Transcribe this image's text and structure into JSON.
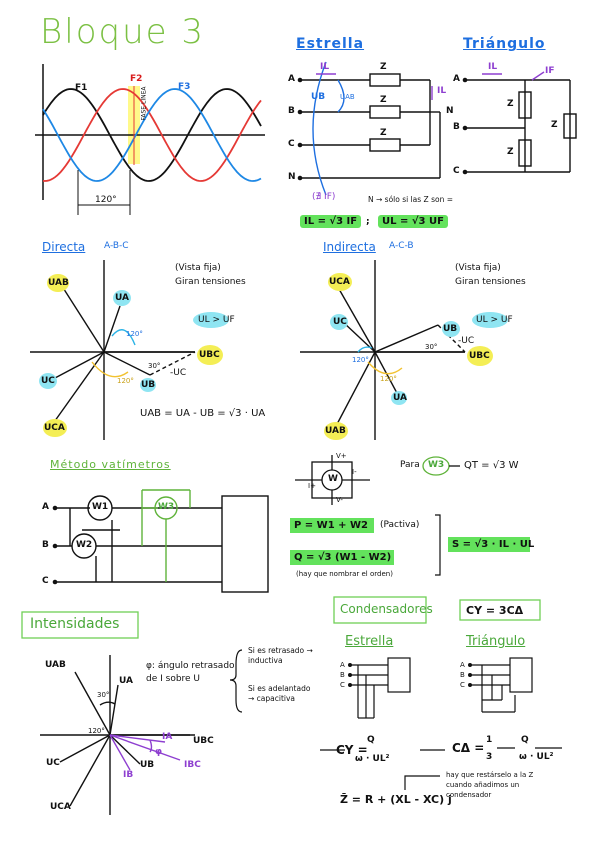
{
  "title": "Bloque 3",
  "waves": {
    "f1": "F1",
    "f2": "F2",
    "f3": "F3",
    "f2_tag": "FASE LINEA",
    "angle": "120°"
  },
  "estrella": {
    "heading": "Estrella",
    "nodes": [
      "A",
      "B",
      "C",
      "N"
    ],
    "il": "IL",
    "il2": "IL",
    "z": "Z",
    "ub": "UB",
    "uab": "UAB",
    "n_right": "N",
    "note_if": "(∄ IF)",
    "note_n": "N → sólo si las Z son ="
  },
  "triangulo": {
    "heading": "Triángulo",
    "nodes": [
      "A",
      "B",
      "C"
    ],
    "il": "IL",
    "if": "IF",
    "z": "Z"
  },
  "formulas": {
    "f1": "IL = √3 IF",
    "sep": ";",
    "f2": "UL = √3 UF"
  },
  "directa": {
    "heading": "Directa",
    "seq": "A-B-C",
    "uab": "UAB",
    "ua": "UA",
    "ubc": "UBC",
    "uc": "UC",
    "ub": "UB",
    "uca": "UCA",
    "neg_uc": "-UC",
    "a30": "30°",
    "a120a": "120°",
    "a120b": "120°",
    "vista": "(Vista fija)",
    "giran": "Giran tensiones",
    "ul_uf": "UL > UF",
    "eq": "UAB = UA - UB = √3 · UA"
  },
  "indirecta": {
    "heading": "Indirecta",
    "seq": "A-C-B",
    "uca": "UCA",
    "uc": "UC",
    "ub": "UB",
    "ubc": "UBC",
    "ua": "UA",
    "uab": "UAB",
    "neg_uc": "-UC",
    "a30": "30°",
    "a120a": "120°",
    "a120b": "120°",
    "vista": "(Vista fija)",
    "giran": "Giran tensiones",
    "ul_uf": "UL > UF"
  },
  "vatimetros": {
    "heading": "Método vatímetros",
    "lines": [
      "A",
      "B",
      "C"
    ],
    "w1": "W1",
    "w2": "W2",
    "w3": "W3",
    "meter": "W",
    "v_plus": "V+",
    "v_minus": "V-",
    "i_plus": "I+",
    "i_minus": "I-",
    "para": "Para",
    "qt": "QT = √3 W",
    "p": "P = W1 + W2",
    "pactiva": "(Pactiva)",
    "q": "Q = √3 (W1 - W2)",
    "q_note": "(hay que nombrar el orden)",
    "s": "S = √3 · IL · UL"
  },
  "intensidades": {
    "heading": "Intensidades",
    "uab": "UAB",
    "ua": "UA",
    "ubc": "UBC",
    "uc": "UC",
    "uca": "UCA",
    "ia": "IA",
    "ib": "IB",
    "ub": "UB",
    "ibc": "IBC",
    "a30": "30°",
    "a120": "120°",
    "phi": "φ",
    "phi_def": "φ: ángulo retrasado de I sobre U",
    "ret": "Si es retrasado → inductiva",
    "adel": "Si es adelantado → capacitiva"
  },
  "condensadores": {
    "heading": "Condensadores",
    "cy": "CY = 3CΔ",
    "estrella": "Estrella",
    "triangulo": "Triángulo",
    "nodes": [
      "A",
      "B",
      "C"
    ],
    "cy_formula_lhs": "CY =",
    "cy_num": "Q",
    "cy_den": "ω · UL²",
    "cd_formula_lhs": "CΔ =",
    "cd_num1": "1",
    "cd_den1": "3",
    "cd_num2": "Q",
    "cd_den2": "ω · UL²",
    "z_eq": "Z̄ = R + (XL - XC) j",
    "z_note": "hay que restárselo a la Z cuando añadimos un condensador"
  }
}
